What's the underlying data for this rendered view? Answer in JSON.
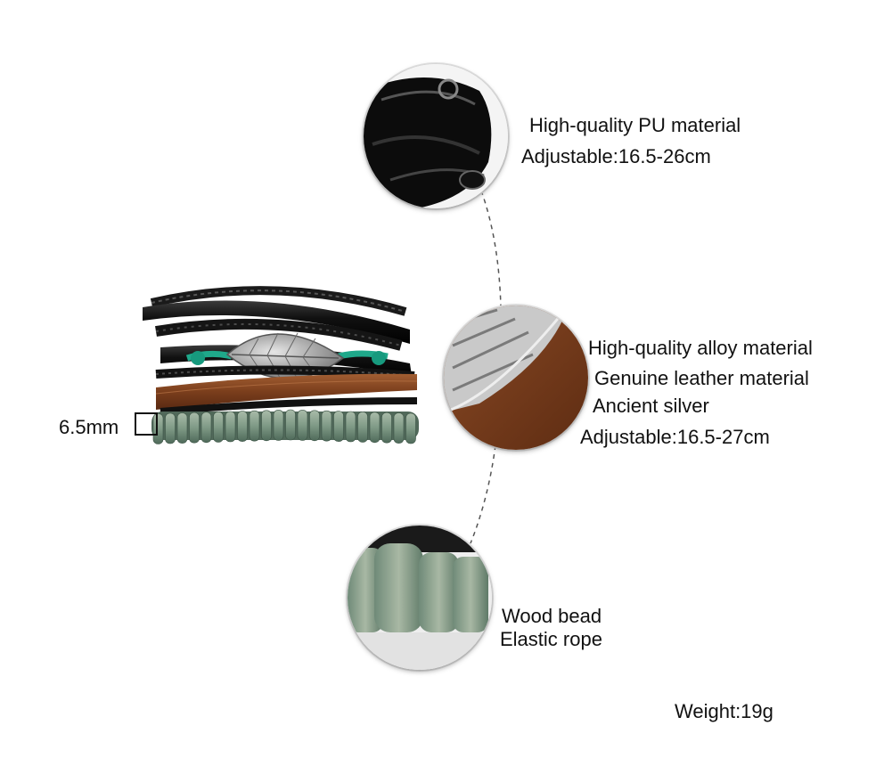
{
  "product": {
    "bead_width": "6.5mm",
    "weight": "Weight:19g"
  },
  "callouts": [
    {
      "lines": [
        "High-quality PU material",
        "Adjustable:16.5-26cm"
      ]
    },
    {
      "lines": [
        "High-quality alloy material",
        "Genuine leather material",
        "Ancient silver",
        "Adjustable:16.5-27cm"
      ]
    },
    {
      "lines": [
        "Wood bead",
        "Elastic rope"
      ]
    }
  ],
  "colors": {
    "background": "#ffffff",
    "black_leather": "#141414",
    "brown_leather": "#8a4a25",
    "silver": "#b9b9b9",
    "green_cord": "#1fa88a",
    "wood_bead": "#7f9a86"
  }
}
